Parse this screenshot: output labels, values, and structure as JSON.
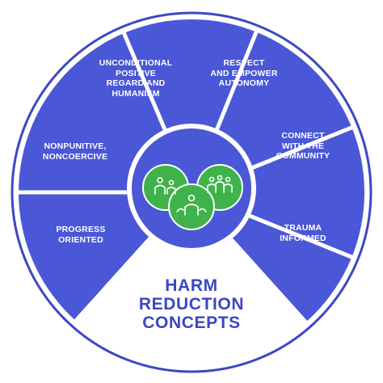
{
  "colors": {
    "wheel": "#4a57d6",
    "wheel_border": "#3b48c4",
    "divider": "#ffffff",
    "title": "#3a47c2",
    "icon_fill": "#3fb34a",
    "icon_stroke": "#ffffff"
  },
  "center_icon": "people-group-icon",
  "title": "HARM\nREDUCTION\nCONCEPTS",
  "segments": [
    {
      "id": "unconditional",
      "label": "UNCONDITIONAL\nPOSITIVE\nREGARD AND\nHUMANISM"
    },
    {
      "id": "respect",
      "label": "RESPECT\nAND EMPOWER\nAUTONOMY"
    },
    {
      "id": "connect",
      "label": "CONNECT\nWITH THE\nCOMMUNITY"
    },
    {
      "id": "trauma",
      "label": "TRAUMA\nINFORMED"
    },
    {
      "id": "progress",
      "label": "PROGRESS\nORIENTED"
    },
    {
      "id": "nonpunitive",
      "label": "NONPUNITIVE,\nNONCOERCIVE"
    }
  ]
}
